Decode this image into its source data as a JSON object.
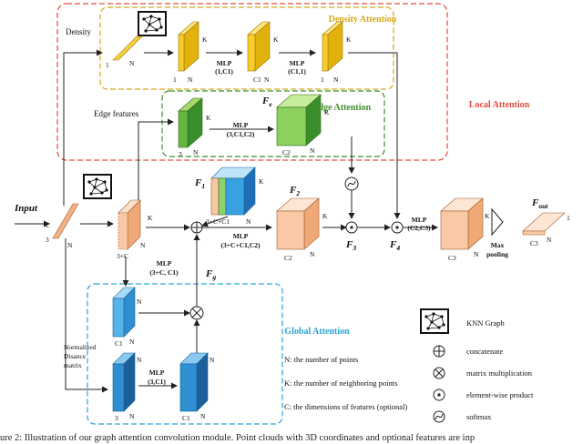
{
  "titles": {
    "density_attention": "Density Attention",
    "edge_attention": "Edge Attention",
    "local_attention": "Local Attention",
    "global_attention": "Global Attention"
  },
  "labels": {
    "input": "Input",
    "density": "Density",
    "edge_features": "Edge features",
    "normalized_distance": [
      "Normalized",
      "Disance",
      "matrix"
    ],
    "max_pooling": [
      "Max",
      "pooling"
    ]
  },
  "features": {
    "f1": "F",
    "f1_sub": "1",
    "f2": "F",
    "f2_sub": "2",
    "f3": "F",
    "f3_sub": "3",
    "f4": "F",
    "f4_sub": "4",
    "fe": "F",
    "fe_sub": "e",
    "fg": "F",
    "fg_sub": "g",
    "fout": "F",
    "fout_sub": "out"
  },
  "mlp": {
    "d1": [
      "MLP",
      "(1,C1)"
    ],
    "d2": [
      "MLP",
      "(C1,1)"
    ],
    "e1": [
      "MLP",
      "(3,C1,C2)"
    ],
    "m1": [
      "MLP",
      "(3+C, C1)"
    ],
    "m2": [
      "MLP",
      "(3+C+C1,C2)"
    ],
    "m3": [
      "MLP",
      "(C2,C3)"
    ],
    "g1": [
      "MLP",
      "(3,C1)"
    ]
  },
  "dims": {
    "one": "1",
    "N": "N",
    "K": "K",
    "C": "C",
    "three": "3",
    "C1": "C1",
    "C2": "C2",
    "C3": "C3",
    "threeC": "3+C",
    "concat_dim": "3+C+C1"
  },
  "legend": {
    "knn": "KNN Graph",
    "concatenate": "concatenate",
    "matmul": "matrix multiplication",
    "elementwise": "element-wise product",
    "softmax": "softmax"
  },
  "notes": {
    "n": "N: the number of  points",
    "k": "K: the number of  neighboring points",
    "c": "C: the dimensions of features (optional)"
  },
  "caption": "ure 2:   Illustration of our graph attention convolution module.  Point clouds with 3D coordinates and optional features are inp"
}
